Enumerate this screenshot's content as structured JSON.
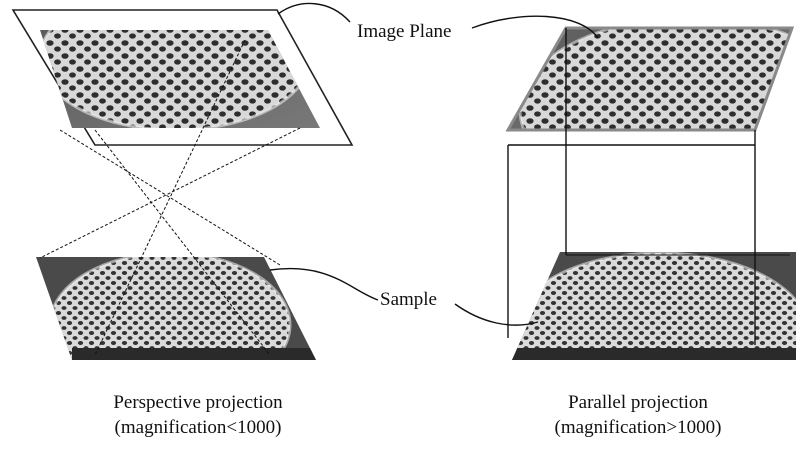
{
  "labels": {
    "image_plane": "Image Plane",
    "sample": "Sample"
  },
  "captions": {
    "perspective_line1": "Perspective projection",
    "perspective_line2": "(magnification<1000)",
    "parallel_line1": "Parallel projection",
    "parallel_line2": "(magnification>1000)"
  },
  "colors": {
    "frame_left": "#222222",
    "frame_right": "#888888",
    "line": "#111111",
    "tile_dark": "#3a3a3a",
    "tile_mid": "#6b6b6b",
    "tile_light": "#a9a9a9"
  }
}
